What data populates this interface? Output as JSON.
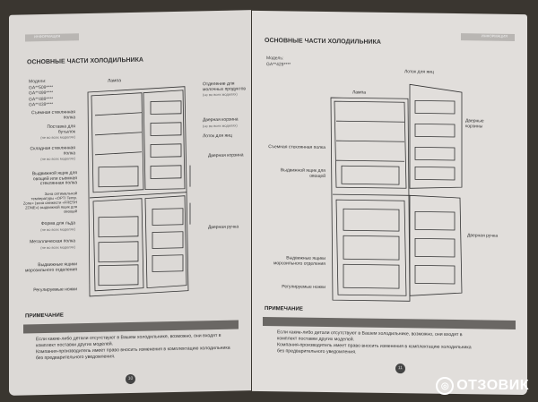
{
  "left_page": {
    "header": "ИНФОРМАЦИЯ",
    "title": "ОСНОВНЫЕ ЧАСТИ ХОЛОДИЛЬНИКА",
    "models_title": "Модели:",
    "models": [
      "GA**509****",
      "GA**499****",
      "GA**489****",
      "GA**439****"
    ],
    "labels": {
      "lamp": "Лампа",
      "shelf": "Съемная стеклянная полка",
      "bottle": "Поставка для бутылок",
      "bottle_note": "(не во всех моделях)",
      "folding": "Складная стеклянная полка",
      "folding_note": "(не во всех моделях)",
      "veg": "Выдвижной ящик для овощей или съемная стеклянная полка",
      "zone": "Зона оптимальной температуры «OPTI Temp. Zone» (зона свежести «FRESH ZONE») выдвижной ящик для овощей",
      "ice": "Форма для льда",
      "ice_note": "(не во всех моделях)",
      "metal": "Металлическая полка",
      "metal_note": "(не во всех моделях)",
      "freezer": "Выдвижные ящики морозильного отделения",
      "feet": "Регулируемые ножки",
      "dairy": "Отделение для молочных продуктов",
      "dairy_note": "(не во всех моделях)",
      "door_basket": "Дверная корзина",
      "door_basket_note": "(не во всех моделях)",
      "egg": "Лоток для яиц",
      "door_basket2": "Дверная корзина",
      "handle": "Дверная ручка"
    },
    "note_title": "ПРИМЕЧАНИЕ",
    "note_lines": [
      "Если какие-либо детали отсутствуют в Вашем холодильнике, возможно, они входят в",
      "комплект поставки других моделей.",
      "Компания-производитель имеет право вносить изменения в комплектацию холодильника",
      "без предварительного уведомления."
    ],
    "page_number": "10"
  },
  "right_page": {
    "header": "ИНФОРМАЦИЯ",
    "title": "ОСНОВНЫЕ ЧАСТИ ХОЛОДИЛЬНИКА",
    "models_title": "Модель:",
    "models": [
      "GA**429****"
    ],
    "labels": {
      "egg": "Лоток для яиц",
      "lamp": "Лампа",
      "door_baskets": "Дверные корзины",
      "shelf": "Съемная стеклянная полка",
      "veg": "Выдвижной ящик для овощей",
      "handle": "Дверная ручка",
      "freezer": "Выдвижные ящики морозильного отделения",
      "feet": "Регулируемые ножки"
    },
    "note_title": "ПРИМЕЧАНИЕ",
    "note_lines": [
      "Если какие-либо детали отсутствуют в Вашем холодильнике, возможно, они входят в",
      "комплект поставки других моделей.",
      "Компания-производитель имеет право вносить изменения в комплектацию холодильника",
      "без предварительного уведомления."
    ],
    "page_number": "11"
  },
  "watermark": {
    "icon": "otzovik-logo-icon",
    "text": "ОТЗОВИК"
  },
  "colors": {
    "paper": "#dcd9d6",
    "note_bar": "#6a6764",
    "background": "#3a3630"
  }
}
